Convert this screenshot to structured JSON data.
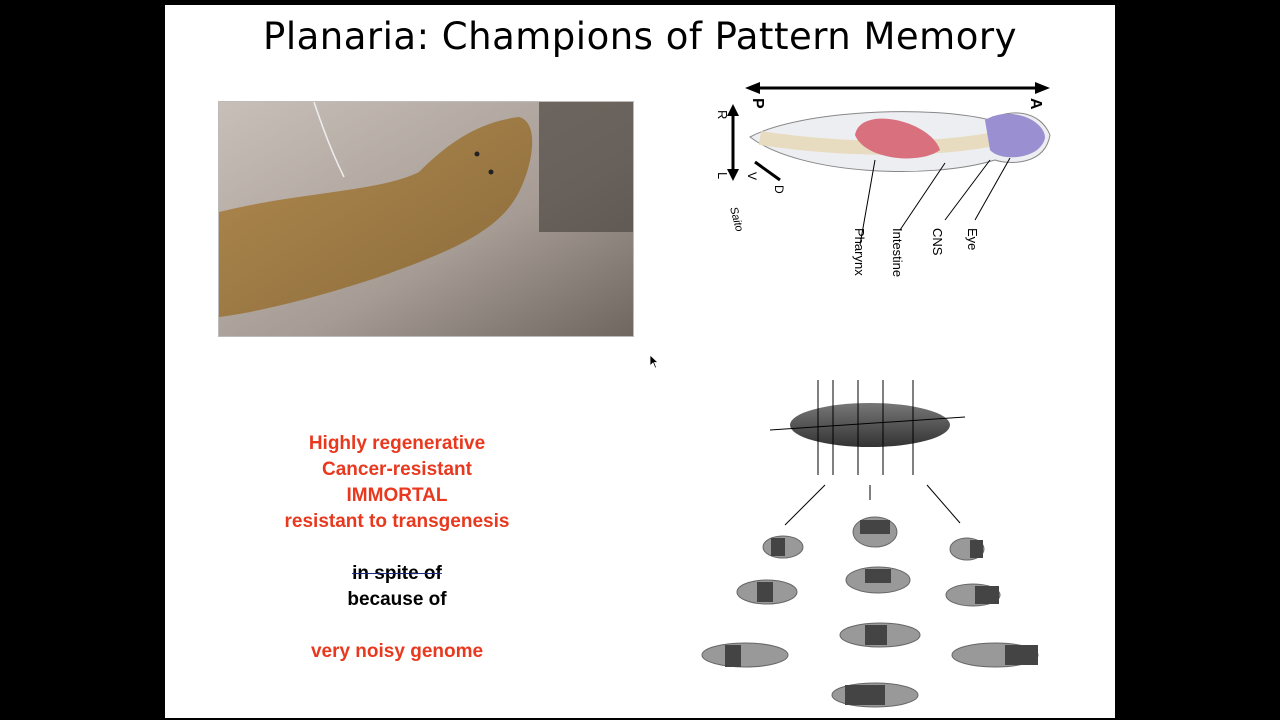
{
  "slide": {
    "title": "Planaria: Champions of Pattern Memory",
    "facts": [
      "Highly regenerative",
      "Cancer-resistant",
      "IMMORTAL",
      "resistant to transgenesis"
    ],
    "struck_text": "in spite of",
    "replacement_text": "because of",
    "conclusion": "very noisy genome",
    "anatomy_labels": {
      "posterior": "P",
      "anterior": "A",
      "right": "R",
      "left": "L",
      "ventral": "V",
      "dorsal": "D",
      "credit": "Saito",
      "pharynx": "Pharynx",
      "intestine": "Intestine",
      "cns": "CNS",
      "eye": "Eye"
    },
    "colors": {
      "accent_red": "#e8391f",
      "pharynx": "#d9707e",
      "brain": "#9a8fd0"
    }
  }
}
